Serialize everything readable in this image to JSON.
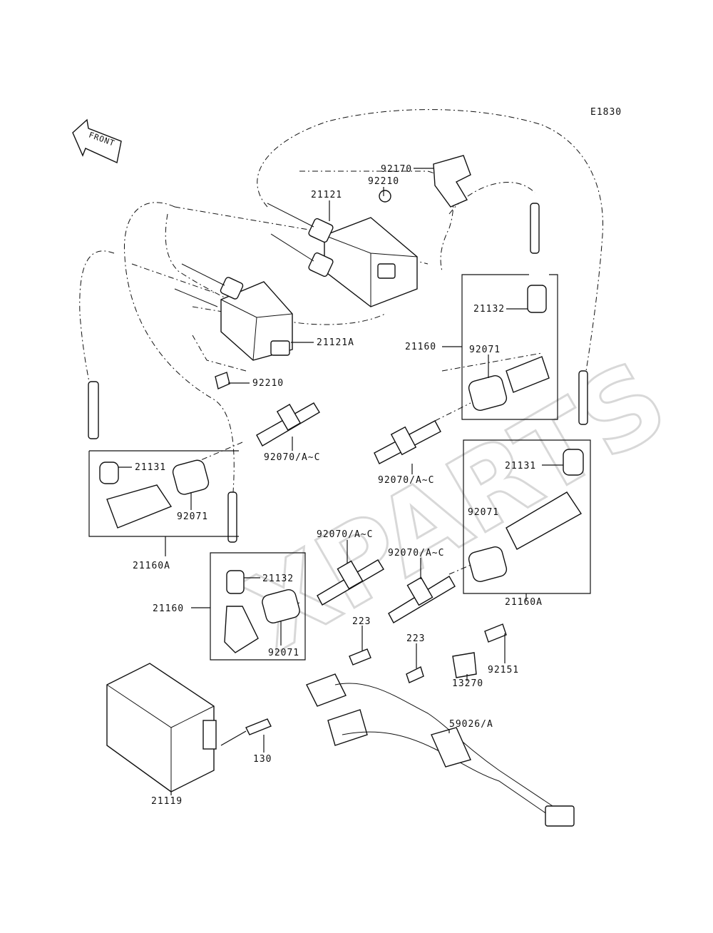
{
  "diagram_code": "E1830",
  "front_label": "FRONT",
  "watermark": "XPARTS",
  "labels": {
    "p92170": "92170",
    "p92210_top": "92210",
    "p21121": "21121",
    "p21121A": "21121A",
    "p92210_low": "92210",
    "p21132_top": "21132",
    "p21160_top": "21160",
    "p92071_top": "92071",
    "p92070_mid": "92070/A~C",
    "p92070_left": "92070/A~C",
    "p21131_left": "21131",
    "p92071_left": "92071",
    "p21160A_left": "21160A",
    "p21131_right": "21131",
    "p92071_right": "92071",
    "p92070_center": "92070/A~C",
    "p92070_right": "92070/A~C",
    "p21160A_right": "21160A",
    "p21132_bottom": "21132",
    "p21160_bottom": "21160",
    "p92071_bottom": "92071",
    "p223_a": "223",
    "p223_b": "223",
    "p92151": "92151",
    "p13270": "13270",
    "p59026": "59026/A",
    "p130": "130",
    "p21119": "21119"
  }
}
